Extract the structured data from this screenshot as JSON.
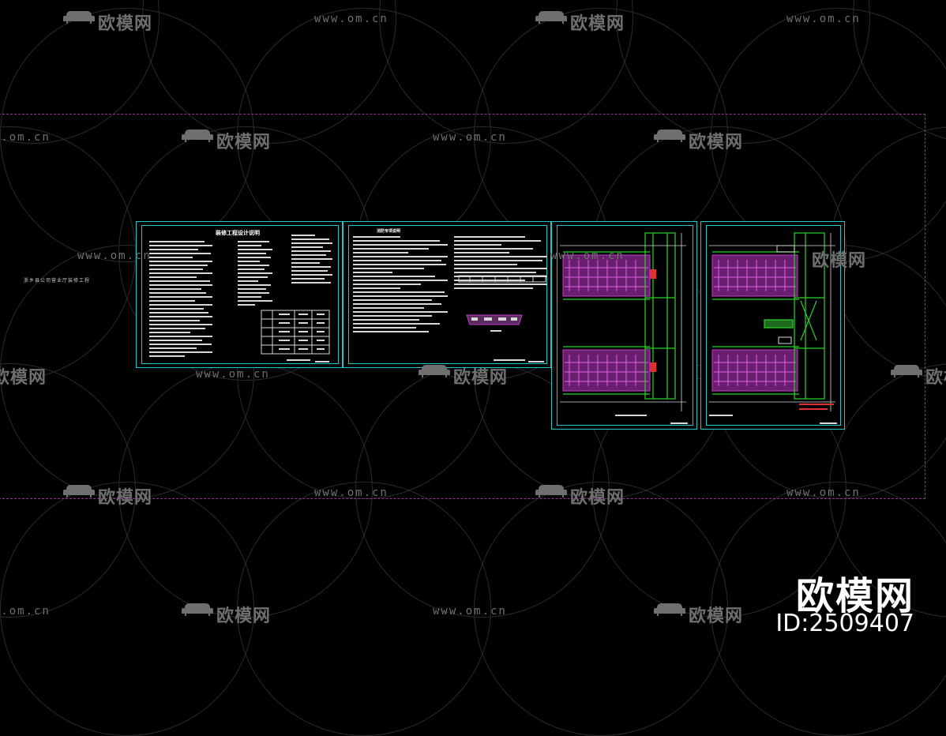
{
  "watermark": {
    "brand": "欧模网",
    "url": "www.om.cn"
  },
  "drawing": {
    "side_label": "浙乡县公司营业厅装修工程",
    "sheet1": {
      "title": "装修工程设计说明"
    },
    "sheet2": {
      "title": "消防专项说明"
    }
  },
  "corner_brand": {
    "name": "欧模网",
    "id": "ID:2509407"
  },
  "colors": {
    "background": "#000000",
    "sheet_border": "#1fc8c8",
    "dashed_frame": "#9a2fa0",
    "plan_fill": "#c23cc8",
    "plan_wall": "#2bd42b"
  }
}
